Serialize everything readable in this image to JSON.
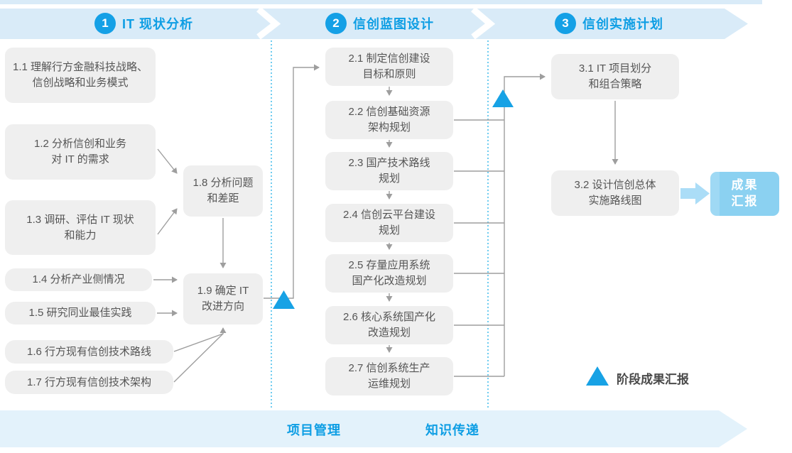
{
  "header": {
    "phases": [
      {
        "number": "1",
        "title": "IT 现状分析"
      },
      {
        "number": "2",
        "title": "信创蓝图设计"
      },
      {
        "number": "3",
        "title": "信创实施计划"
      }
    ]
  },
  "phase1": {
    "boxes": [
      {
        "id": "1.1",
        "label": "1.1 理解行方金融科技战略、\n信创战略和业务模式"
      },
      {
        "id": "1.2",
        "label": "1.2 分析信创和业务\n对 IT 的需求"
      },
      {
        "id": "1.3",
        "label": "1.3 调研、评估 IT 现状\n和能力"
      },
      {
        "id": "1.4",
        "label": "1.4 分析产业侧情况"
      },
      {
        "id": "1.5",
        "label": "1.5 研究同业最佳实践"
      },
      {
        "id": "1.6",
        "label": "1.6 行方现有信创技术路线"
      },
      {
        "id": "1.7",
        "label": "1.7 行方现有信创技术架构"
      },
      {
        "id": "1.8",
        "label": "1.8 分析问题\n和差距"
      },
      {
        "id": "1.9",
        "label": "1.9 确定 IT\n改进方向"
      }
    ]
  },
  "phase2": {
    "boxes": [
      {
        "id": "2.1",
        "label": "2.1 制定信创建设\n目标和原则"
      },
      {
        "id": "2.2",
        "label": "2.2 信创基础资源\n架构规划"
      },
      {
        "id": "2.3",
        "label": "2.3 国产技术路线\n规划"
      },
      {
        "id": "2.4",
        "label": "2.4 信创云平台建设\n规划"
      },
      {
        "id": "2.5",
        "label": "2.5 存量应用系统\n国产化改造规划"
      },
      {
        "id": "2.6",
        "label": "2.6 核心系统国产化\n改造规划"
      },
      {
        "id": "2.7",
        "label": "2.7 信创系统生产\n运维规划"
      }
    ]
  },
  "phase3": {
    "boxes": [
      {
        "id": "3.1",
        "label": "3.1 IT 项目划分\n和组合策略"
      },
      {
        "id": "3.2",
        "label": "3.2 设计信创总体\n实施路线图"
      }
    ]
  },
  "result_box": {
    "label": "成果\n汇报"
  },
  "legend": {
    "label": "阶段成果汇报"
  },
  "footer": {
    "items": [
      {
        "label": "项目管理"
      },
      {
        "label": "知识传递"
      }
    ]
  },
  "colors": {
    "accent_blue": "#14A0E6",
    "band_blue": "#D9EBF8",
    "footer_band_blue": "#E3F2FB",
    "box_gray": "#EFEFEF",
    "box_text": "#555555",
    "result_blue": "#8BD1F1",
    "connector_gray": "#9E9E9E",
    "dotted_blue": "#3FBCEC"
  }
}
